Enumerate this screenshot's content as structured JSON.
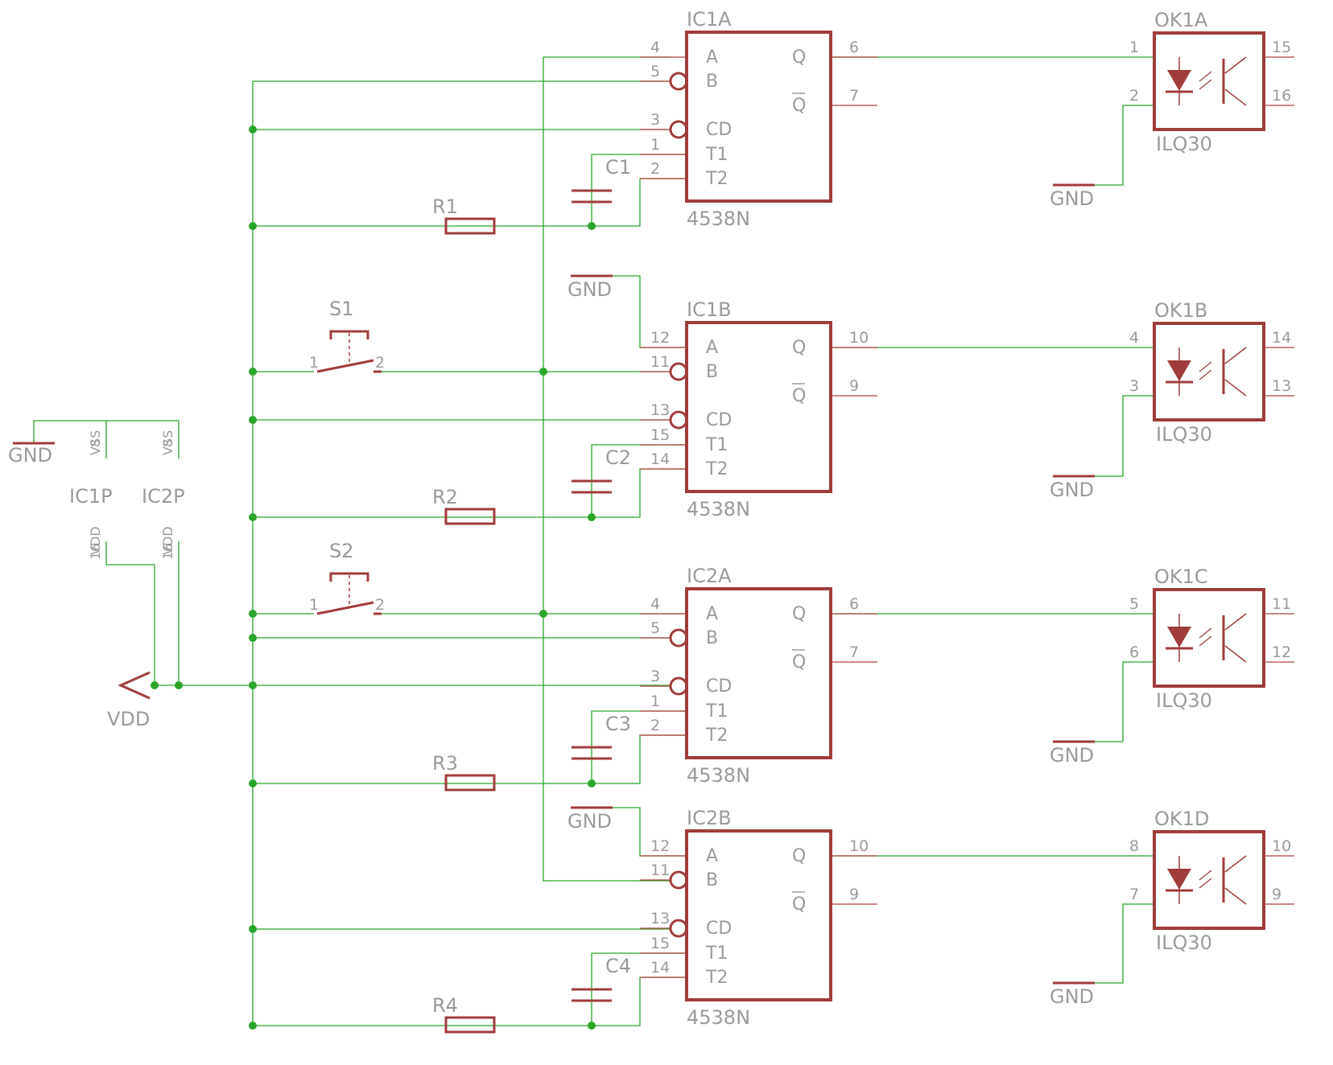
{
  "chart_data": null,
  "colors": {
    "wire": "#2aa52a",
    "symbol": "#a03c3c",
    "text": "#9a9a9a",
    "background": "#ffffff"
  },
  "power": {
    "vdd_label": "VDD",
    "gnd_label": "GND"
  },
  "power_pins": [
    {
      "name": "IC1P",
      "top_pin": "VSS",
      "top_num": "8",
      "bottom_pin": "VDD",
      "bottom_num": "16"
    },
    {
      "name": "IC2P",
      "top_pin": "VSS",
      "top_num": "8",
      "bottom_pin": "VDD",
      "bottom_num": "16"
    }
  ],
  "monoflops": [
    {
      "name": "IC1A",
      "value": "4538N",
      "pins": {
        "A": "4",
        "B": "5",
        "CD": "3",
        "T1": "1",
        "T2": "2",
        "Q": "6",
        "Qn": "7"
      },
      "pin_labels": [
        "A",
        "B",
        "CD",
        "T1",
        "T2",
        "Q",
        "Q"
      ]
    },
    {
      "name": "IC1B",
      "value": "4538N",
      "pins": {
        "A": "12",
        "B": "11",
        "CD": "13",
        "T1": "15",
        "T2": "14",
        "Q": "10",
        "Qn": "9"
      },
      "pin_labels": [
        "A",
        "B",
        "CD",
        "T1",
        "T2",
        "Q",
        "Q"
      ]
    },
    {
      "name": "IC2A",
      "value": "4538N",
      "pins": {
        "A": "4",
        "B": "5",
        "CD": "3",
        "T1": "1",
        "T2": "2",
        "Q": "6",
        "Qn": "7"
      },
      "pin_labels": [
        "A",
        "B",
        "CD",
        "T1",
        "T2",
        "Q",
        "Q"
      ]
    },
    {
      "name": "IC2B",
      "value": "4538N",
      "pins": {
        "A": "12",
        "B": "11",
        "CD": "13",
        "T1": "15",
        "T2": "14",
        "Q": "10",
        "Qn": "9"
      },
      "pin_labels": [
        "A",
        "B",
        "CD",
        "T1",
        "T2",
        "Q",
        "Q"
      ]
    }
  ],
  "capacitors": [
    "C1",
    "C2",
    "C3",
    "C4"
  ],
  "resistors": [
    "R1",
    "R2",
    "R3",
    "R4"
  ],
  "switches": [
    {
      "name": "S1",
      "pin1": "1",
      "pin2": "2"
    },
    {
      "name": "S2",
      "pin1": "1",
      "pin2": "2"
    }
  ],
  "optocouplers": [
    {
      "name": "OK1A",
      "value": "ILQ30",
      "anode": "1",
      "cathode": "2",
      "collector": "15",
      "emitter": "16"
    },
    {
      "name": "OK1B",
      "value": "ILQ30",
      "anode": "4",
      "cathode": "3",
      "collector": "14",
      "emitter": "13"
    },
    {
      "name": "OK1C",
      "value": "ILQ30",
      "anode": "5",
      "cathode": "6",
      "collector": "11",
      "emitter": "12"
    },
    {
      "name": "OK1D",
      "value": "ILQ30",
      "anode": "8",
      "cathode": "7",
      "collector": "10",
      "emitter": "9"
    }
  ]
}
